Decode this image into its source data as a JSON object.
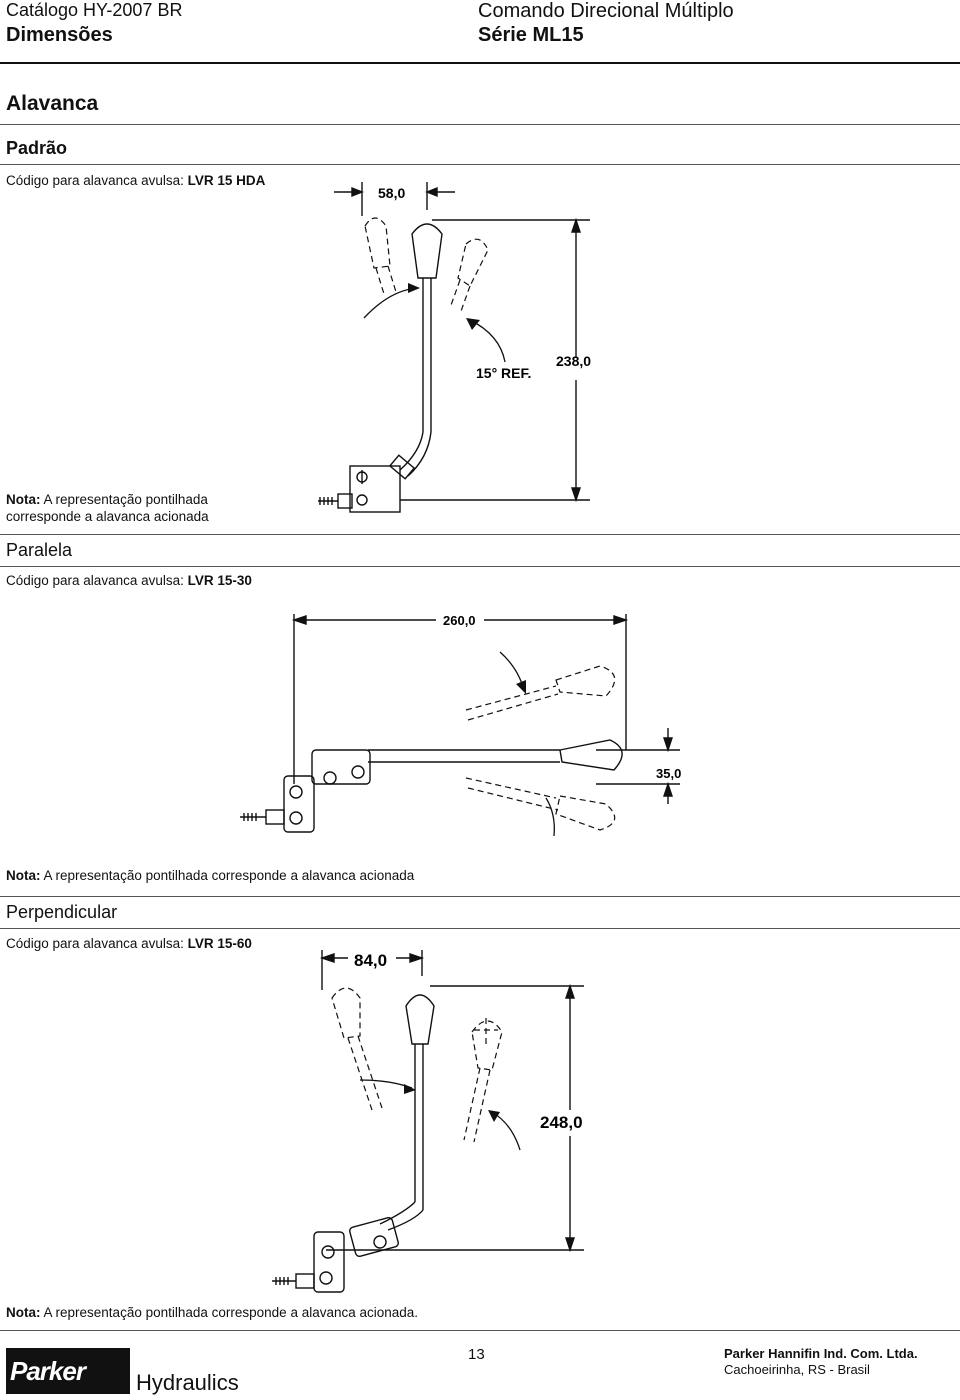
{
  "header": {
    "catalog": "Catálogo HY-2007 BR",
    "section": "Dimensões",
    "product": "Comando Direcional Múltiplo",
    "series": "Série ML15"
  },
  "title": "Alavanca",
  "standard": {
    "heading": "Padrão",
    "code_label": "Código para alavanca avulsa:",
    "code": "LVR 15 HDA",
    "dim_width": "58,0",
    "dim_height": "238,0",
    "angle": "15° REF.",
    "note_label": "Nota:",
    "note_line1": "A representação pontilhada",
    "note_line2": "corresponde a alavanca acionada"
  },
  "parallel": {
    "heading": "Paralela",
    "code_label": "Código para alavanca avulsa:",
    "code": "LVR 15-30",
    "dim_width": "260,0",
    "dim_height": "35,0",
    "note_label": "Nota:",
    "note": "A representação pontilhada corresponde a alavanca acionada"
  },
  "perpendicular": {
    "heading": "Perpendicular",
    "code_label": "Código para alavanca avulsa:",
    "code": "LVR 15-60",
    "dim_width": "84,0",
    "dim_height": "248,0",
    "note_label": "Nota:",
    "note": "A representação pontilhada corresponde a alavanca acionada."
  },
  "footer": {
    "page": "13",
    "brand": "Parker",
    "division": "Hydraulics",
    "company": "Parker Hannifin Ind. Com. Ltda.",
    "city": "Cachoeirinha, RS - Brasil"
  }
}
